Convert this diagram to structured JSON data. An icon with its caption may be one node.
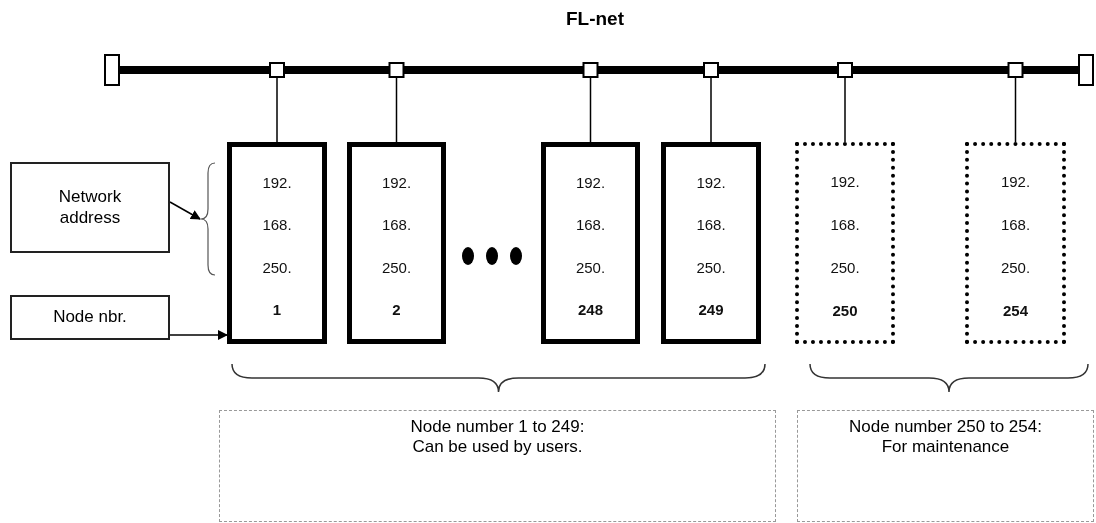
{
  "diagram": {
    "title": "FL-net",
    "nodes": [
      {
        "text": [],
        "shape": "bar"
      },
      {
        "text": [
          "192.",
          "168.",
          "250.",
          "1"
        ]
      },
      {
        "text": [
          "192.",
          "168.",
          "250.",
          "2"
        ]
      },
      {
        "text": [
          "192.",
          "168.",
          "250.",
          "248"
        ]
      },
      {
        "text": [
          "192.",
          "168.",
          "250.",
          "249"
        ]
      },
      {
        "text": [
          "192.",
          "168.",
          "250.",
          "250"
        ]
      },
      {
        "text": [
          "192.",
          "168.",
          "250.",
          "254"
        ]
      },
      {
        "text": [
          "Network address"
        ]
      },
      {
        "text": [
          "Node nbr."
        ]
      },
      {
        "text": [
          "Node number 1 to 249:",
          "Can be used by users."
        ]
      },
      {
        "text": [
          "Node number 250 to 254:",
          "For maintenance"
        ]
      },
      {
        "text": [],
        "shape": "bracket"
      }
    ],
    "edges": [
      {
        "from": 0,
        "to": 1,
        "arrow": "none"
      },
      {
        "from": 0,
        "to": 2,
        "arrow": "none"
      },
      {
        "from": 0,
        "to": 3,
        "arrow": "none"
      },
      {
        "from": 0,
        "to": 4,
        "arrow": "none"
      },
      {
        "from": 0,
        "to": 5,
        "arrow": "none"
      },
      {
        "from": 0,
        "to": 6,
        "arrow": "none"
      },
      {
        "from": 7,
        "to": 11,
        "arrow": "to"
      },
      {
        "from": 8,
        "to": 1,
        "arrow": "to"
      }
    ]
  }
}
